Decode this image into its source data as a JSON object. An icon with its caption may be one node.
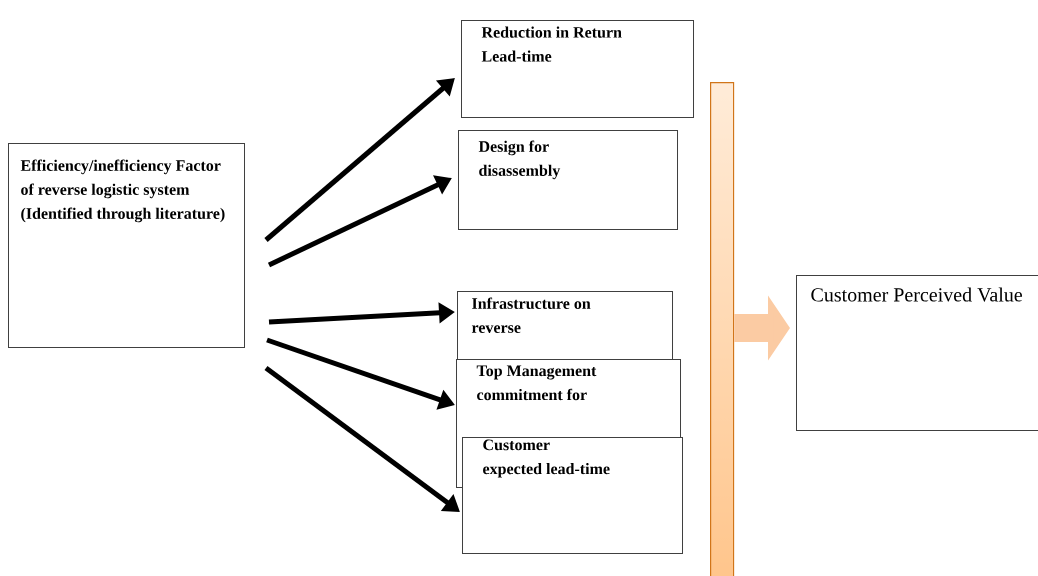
{
  "diagram": {
    "nodes": [
      {
        "text": [
          "Efficiency/inefficiency Factor of reverse logistic system (Identified through literature)"
        ]
      },
      {
        "text": [
          "Reduction in Return Lead-time"
        ]
      },
      {
        "text": [
          "Design for disassembly"
        ]
      },
      {
        "text": [
          "Infrastructure on reverse"
        ]
      },
      {
        "text": [
          "Top Management commitment for"
        ]
      },
      {
        "text": [
          "Customer expected lead-time"
        ]
      },
      {
        "text": [],
        "shape": "bar"
      },
      {
        "text": [
          "Customer Perceived Value"
        ]
      }
    ],
    "edges": [
      {
        "from": 0,
        "to": 1,
        "arrow": "to"
      },
      {
        "from": 0,
        "to": 2,
        "arrow": "to"
      },
      {
        "from": 0,
        "to": 3,
        "arrow": "to"
      },
      {
        "from": 0,
        "to": 4,
        "arrow": "to"
      },
      {
        "from": 0,
        "to": 5,
        "arrow": "to"
      },
      {
        "from": 6,
        "to": 7,
        "arrow": "to",
        "style": "thick",
        "color": "#fbcba3"
      }
    ]
  }
}
